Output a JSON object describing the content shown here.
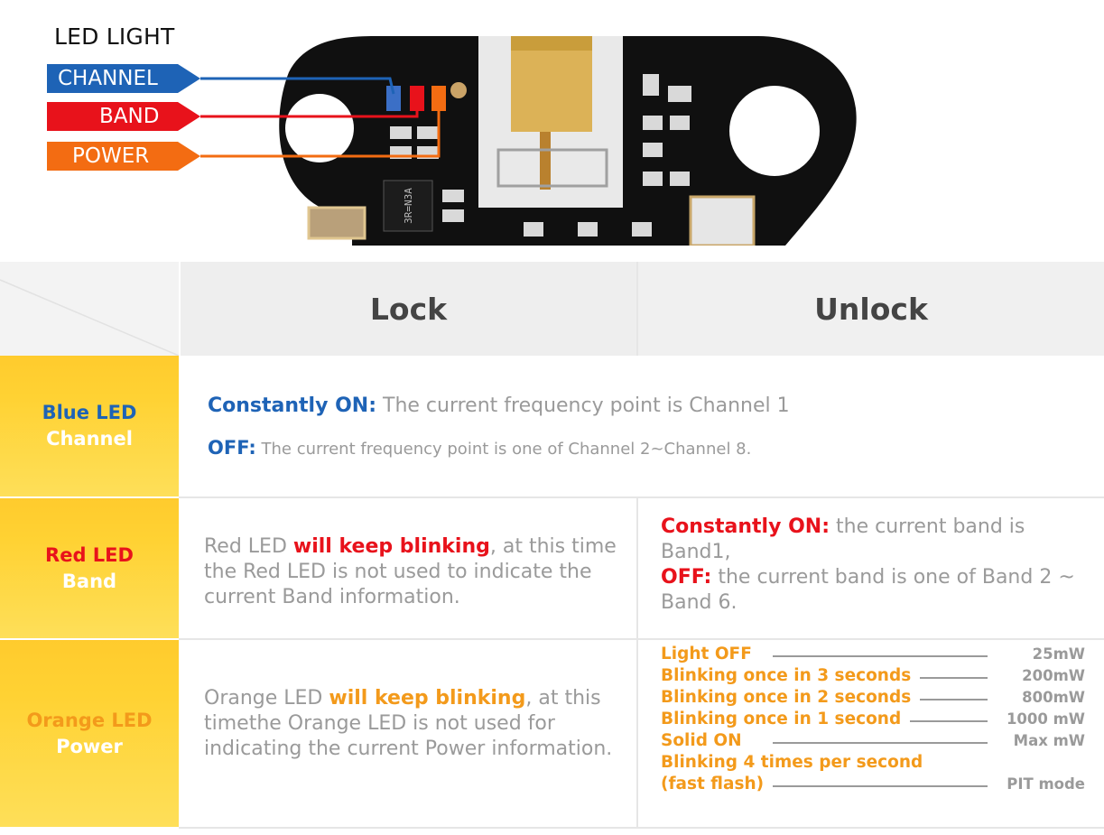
{
  "legend": {
    "title": "LED LIGHT",
    "channel": "CHANNEL",
    "band": "BAND",
    "power": "POWER"
  },
  "colors": {
    "blue": "#1e63b6",
    "red": "#e8121b",
    "orange": "#f39a1b",
    "label_bg": "#ffcb2d"
  },
  "board": {
    "chip_marking": "3R=N3A"
  },
  "table": {
    "headers": {
      "lock": "Lock",
      "unlock": "Unlock"
    },
    "blue": {
      "label1": "Blue  LED",
      "label2": "Channel",
      "line1_key": "Constantly ON:",
      "line1_text": " The current frequency point is Channel 1",
      "line2_key": "OFF:",
      "line2_text": " The current frequency point is one of Channel 2~Channel 8."
    },
    "red": {
      "label1": "Red  LED",
      "label2": "Band",
      "lock_pre": "Red LED ",
      "lock_key": "will keep blinking",
      "lock_post": ", at this time the Red LED is not used to indicate the current Band information.",
      "unlock_key1": "Constantly ON:",
      "unlock_text1": " the current band is Band1,",
      "unlock_key2": "OFF:",
      "unlock_text2": " the current band is one of Band 2 ~ Band 6."
    },
    "orange": {
      "label1": "Orange LED",
      "label2": "Power",
      "lock_pre": "Orange LED ",
      "lock_key": "will keep blinking",
      "lock_post": ", at this timethe Orange LED is not used for indicating the current Power information.",
      "power_levels": [
        {
          "state": "Light OFF",
          "power": "25mW"
        },
        {
          "state": "Blinking once in 3 seconds",
          "power": "200mW"
        },
        {
          "state": "Blinking once in 2 seconds",
          "power": "800mW"
        },
        {
          "state": "Blinking once in 1 second",
          "power": "1000 mW"
        },
        {
          "state": "Solid ON",
          "power": "Max mW"
        },
        {
          "state": "Blinking 4 times per second",
          "power": ""
        },
        {
          "state": "(fast flash)",
          "power": "PIT mode"
        }
      ]
    }
  }
}
